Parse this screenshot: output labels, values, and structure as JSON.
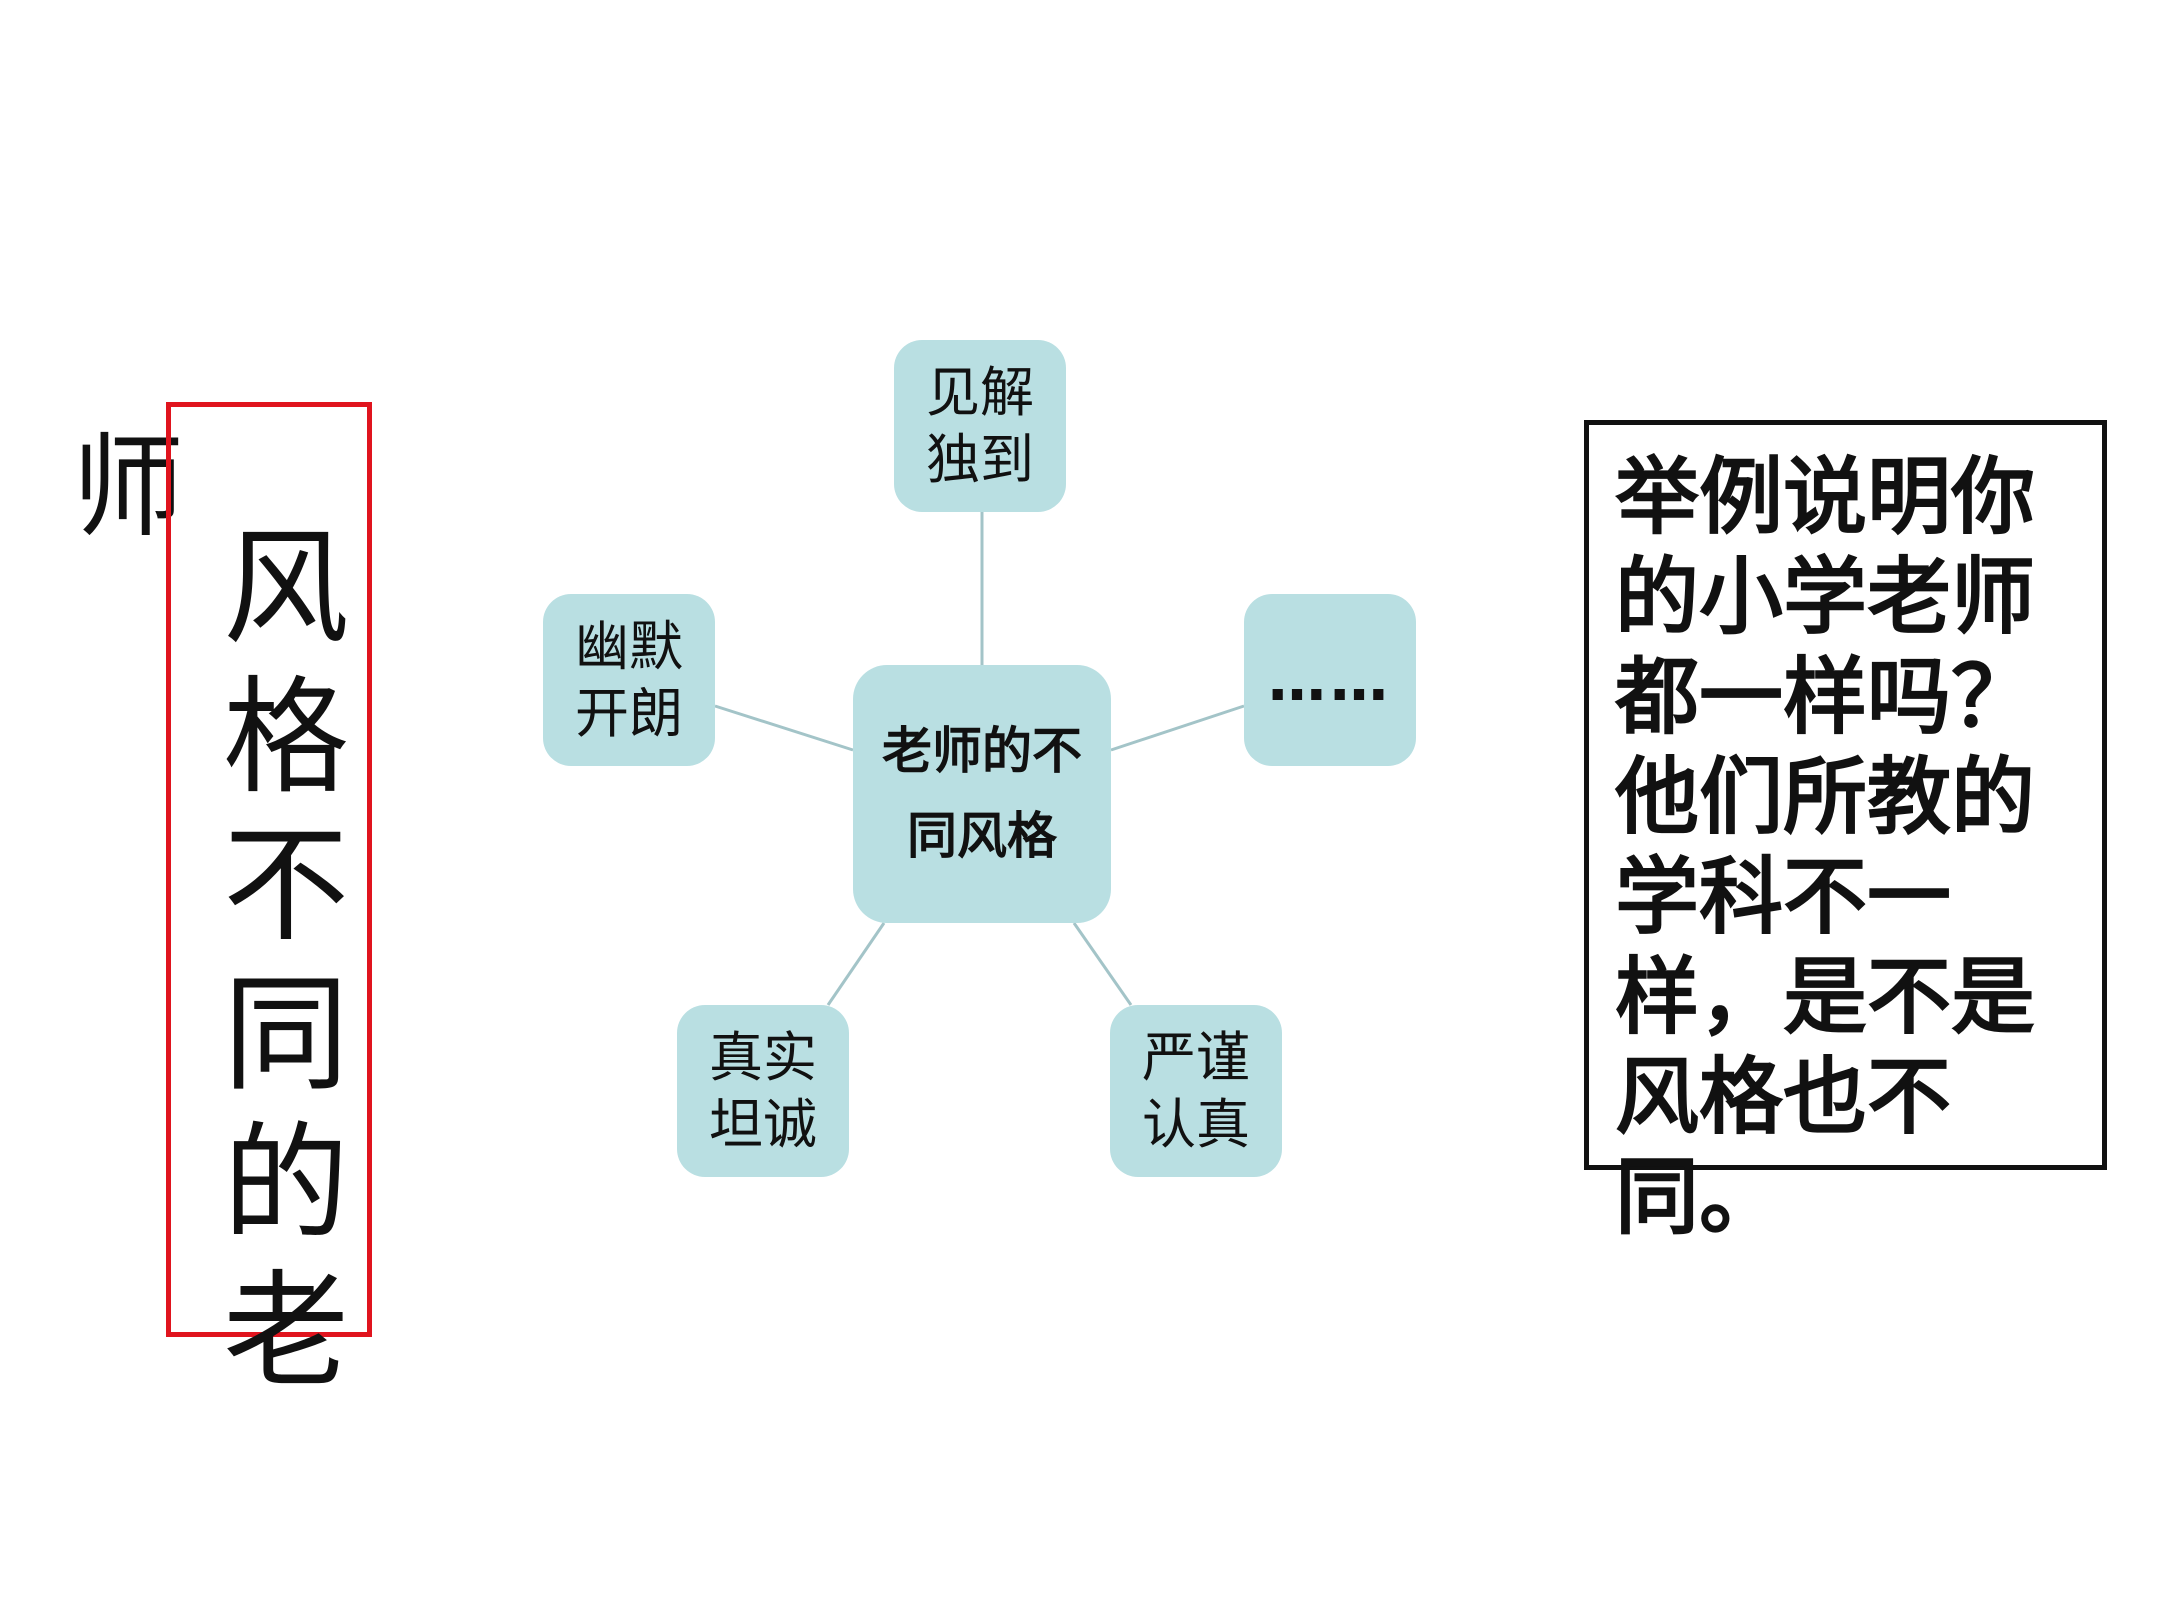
{
  "side_char": "师",
  "title_vertical": "风格不同的老",
  "mindmap": {
    "center": "老师的不同风格",
    "top": "见解独到",
    "left": "幽默开朗",
    "right": "……",
    "bottom_left": "真实坦诚",
    "bottom_right": "严谨认真"
  },
  "question": "举例说明你的小学老师都一样吗？他们所教的学科不一样，是不是风格也不同。",
  "colors": {
    "node_fill": "#b9dfe2",
    "connector": "#a3c4c8",
    "title_border": "#e0141e",
    "question_border": "#111111"
  }
}
